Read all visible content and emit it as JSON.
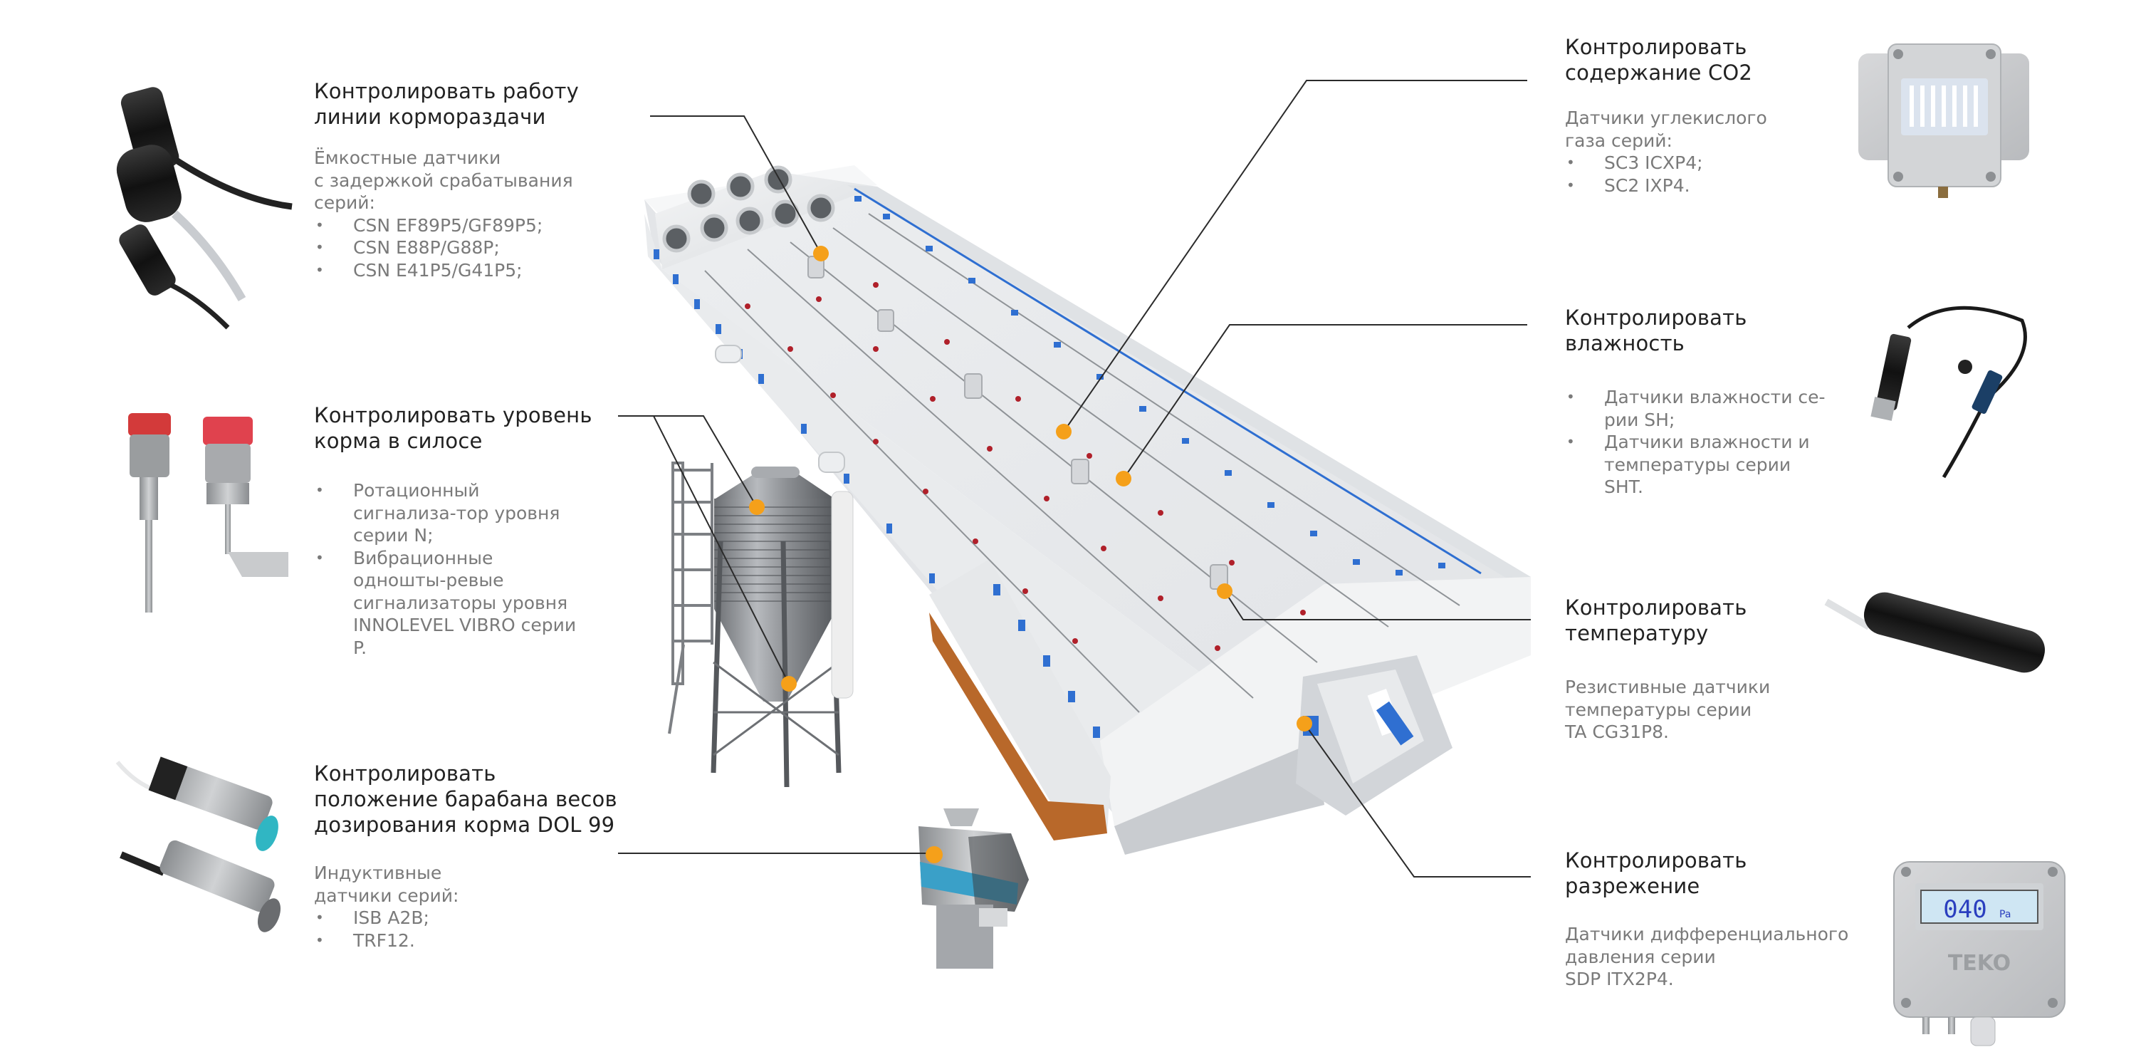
{
  "colors": {
    "marker": "#f5a01a",
    "title_text": "#222222",
    "desc_text": "#7a7a7a",
    "accent_blue": "#2f6fd1",
    "dosing_band": "#3aa0c8",
    "pad_orange": "#b8682a"
  },
  "blocks": [
    {
      "id": "feeding-line",
      "title": [
        "Контролировать работу",
        "линии кормораздачи"
      ],
      "intro": [
        "Ёмкостные датчики",
        "с задержкой срабатывания",
        "серий:"
      ],
      "bullets": [
        "CSN EF89P5/GF89P5;",
        "CSN E88P/G88P;",
        "CSN E41P5/G41P5;"
      ],
      "image": "capacitive-sensors"
    },
    {
      "id": "silo-level",
      "title": [
        "Контролировать уровень",
        "корма в силосе"
      ],
      "intro": [],
      "bullets": [
        "Ротационный сигнализа-тор уровня серии N;",
        "Вибрационные одношты-ревые сигнализаторы уровня INNOLEVEL VIBRO серии P."
      ],
      "image": "level-switches"
    },
    {
      "id": "dosing-drum",
      "title": [
        "Контролировать",
        "положение барабана весов",
        "дозирования корма DOL 99"
      ],
      "intro": [
        "Индуктивные",
        "датчики серий:"
      ],
      "bullets": [
        "ISB A2B;",
        "TRF12."
      ],
      "image": "inductive-sensors"
    },
    {
      "id": "co2",
      "title": [
        "Контролировать",
        "содержание CO2"
      ],
      "intro": [
        "Датчики углекислого",
        "газа серий:"
      ],
      "bullets": [
        "SC3 ICXP4;",
        "SC2 IXP4."
      ],
      "image": "co2-sensor"
    },
    {
      "id": "humidity",
      "title": [
        "Контролировать",
        "влажность"
      ],
      "intro": [],
      "bullets": [
        "Датчики влажности се-рии SH;",
        "Датчики влажности и температуры серии SHT."
      ],
      "image": "humidity-sensor"
    },
    {
      "id": "temperature",
      "title": [
        "Контролировать",
        "температуру"
      ],
      "intro": [
        "Резистивные датчики",
        "температуры серии",
        "TA CG31P8."
      ],
      "bullets": [],
      "image": "temperature-sensor"
    },
    {
      "id": "pressure",
      "title": [
        "Контролировать",
        "разрежение"
      ],
      "intro": [
        "Датчики дифференциального",
        "давления серии",
        "SDP ITX2P4."
      ],
      "bullets": [],
      "image": "pressure-sensor"
    }
  ],
  "pressure_display": {
    "value": "040",
    "unit": "Pa"
  },
  "device_brand": "TEKO"
}
